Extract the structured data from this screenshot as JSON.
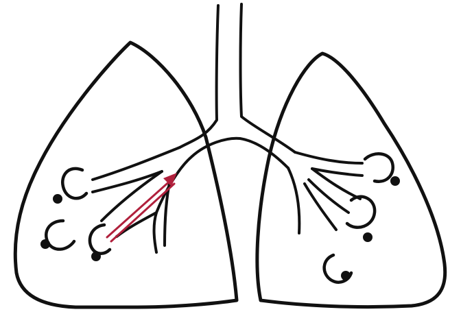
{
  "colors": {
    "background": "#ffffff",
    "ink": "#111111",
    "arrow": "#b0203c"
  },
  "figure": {
    "structures": [
      {
        "id": "trachea",
        "icon": "trachea-outline"
      },
      {
        "id": "left-lung",
        "icon": "lung-outline"
      },
      {
        "id": "right-lung",
        "icon": "lung-outline"
      },
      {
        "id": "bronchial-tree",
        "icon": "bronchi-lines"
      },
      {
        "id": "alveoli",
        "icon": "alveolus-sac",
        "count": 6
      },
      {
        "id": "airflow-arrow",
        "icon": "arrow-up-right"
      }
    ]
  }
}
